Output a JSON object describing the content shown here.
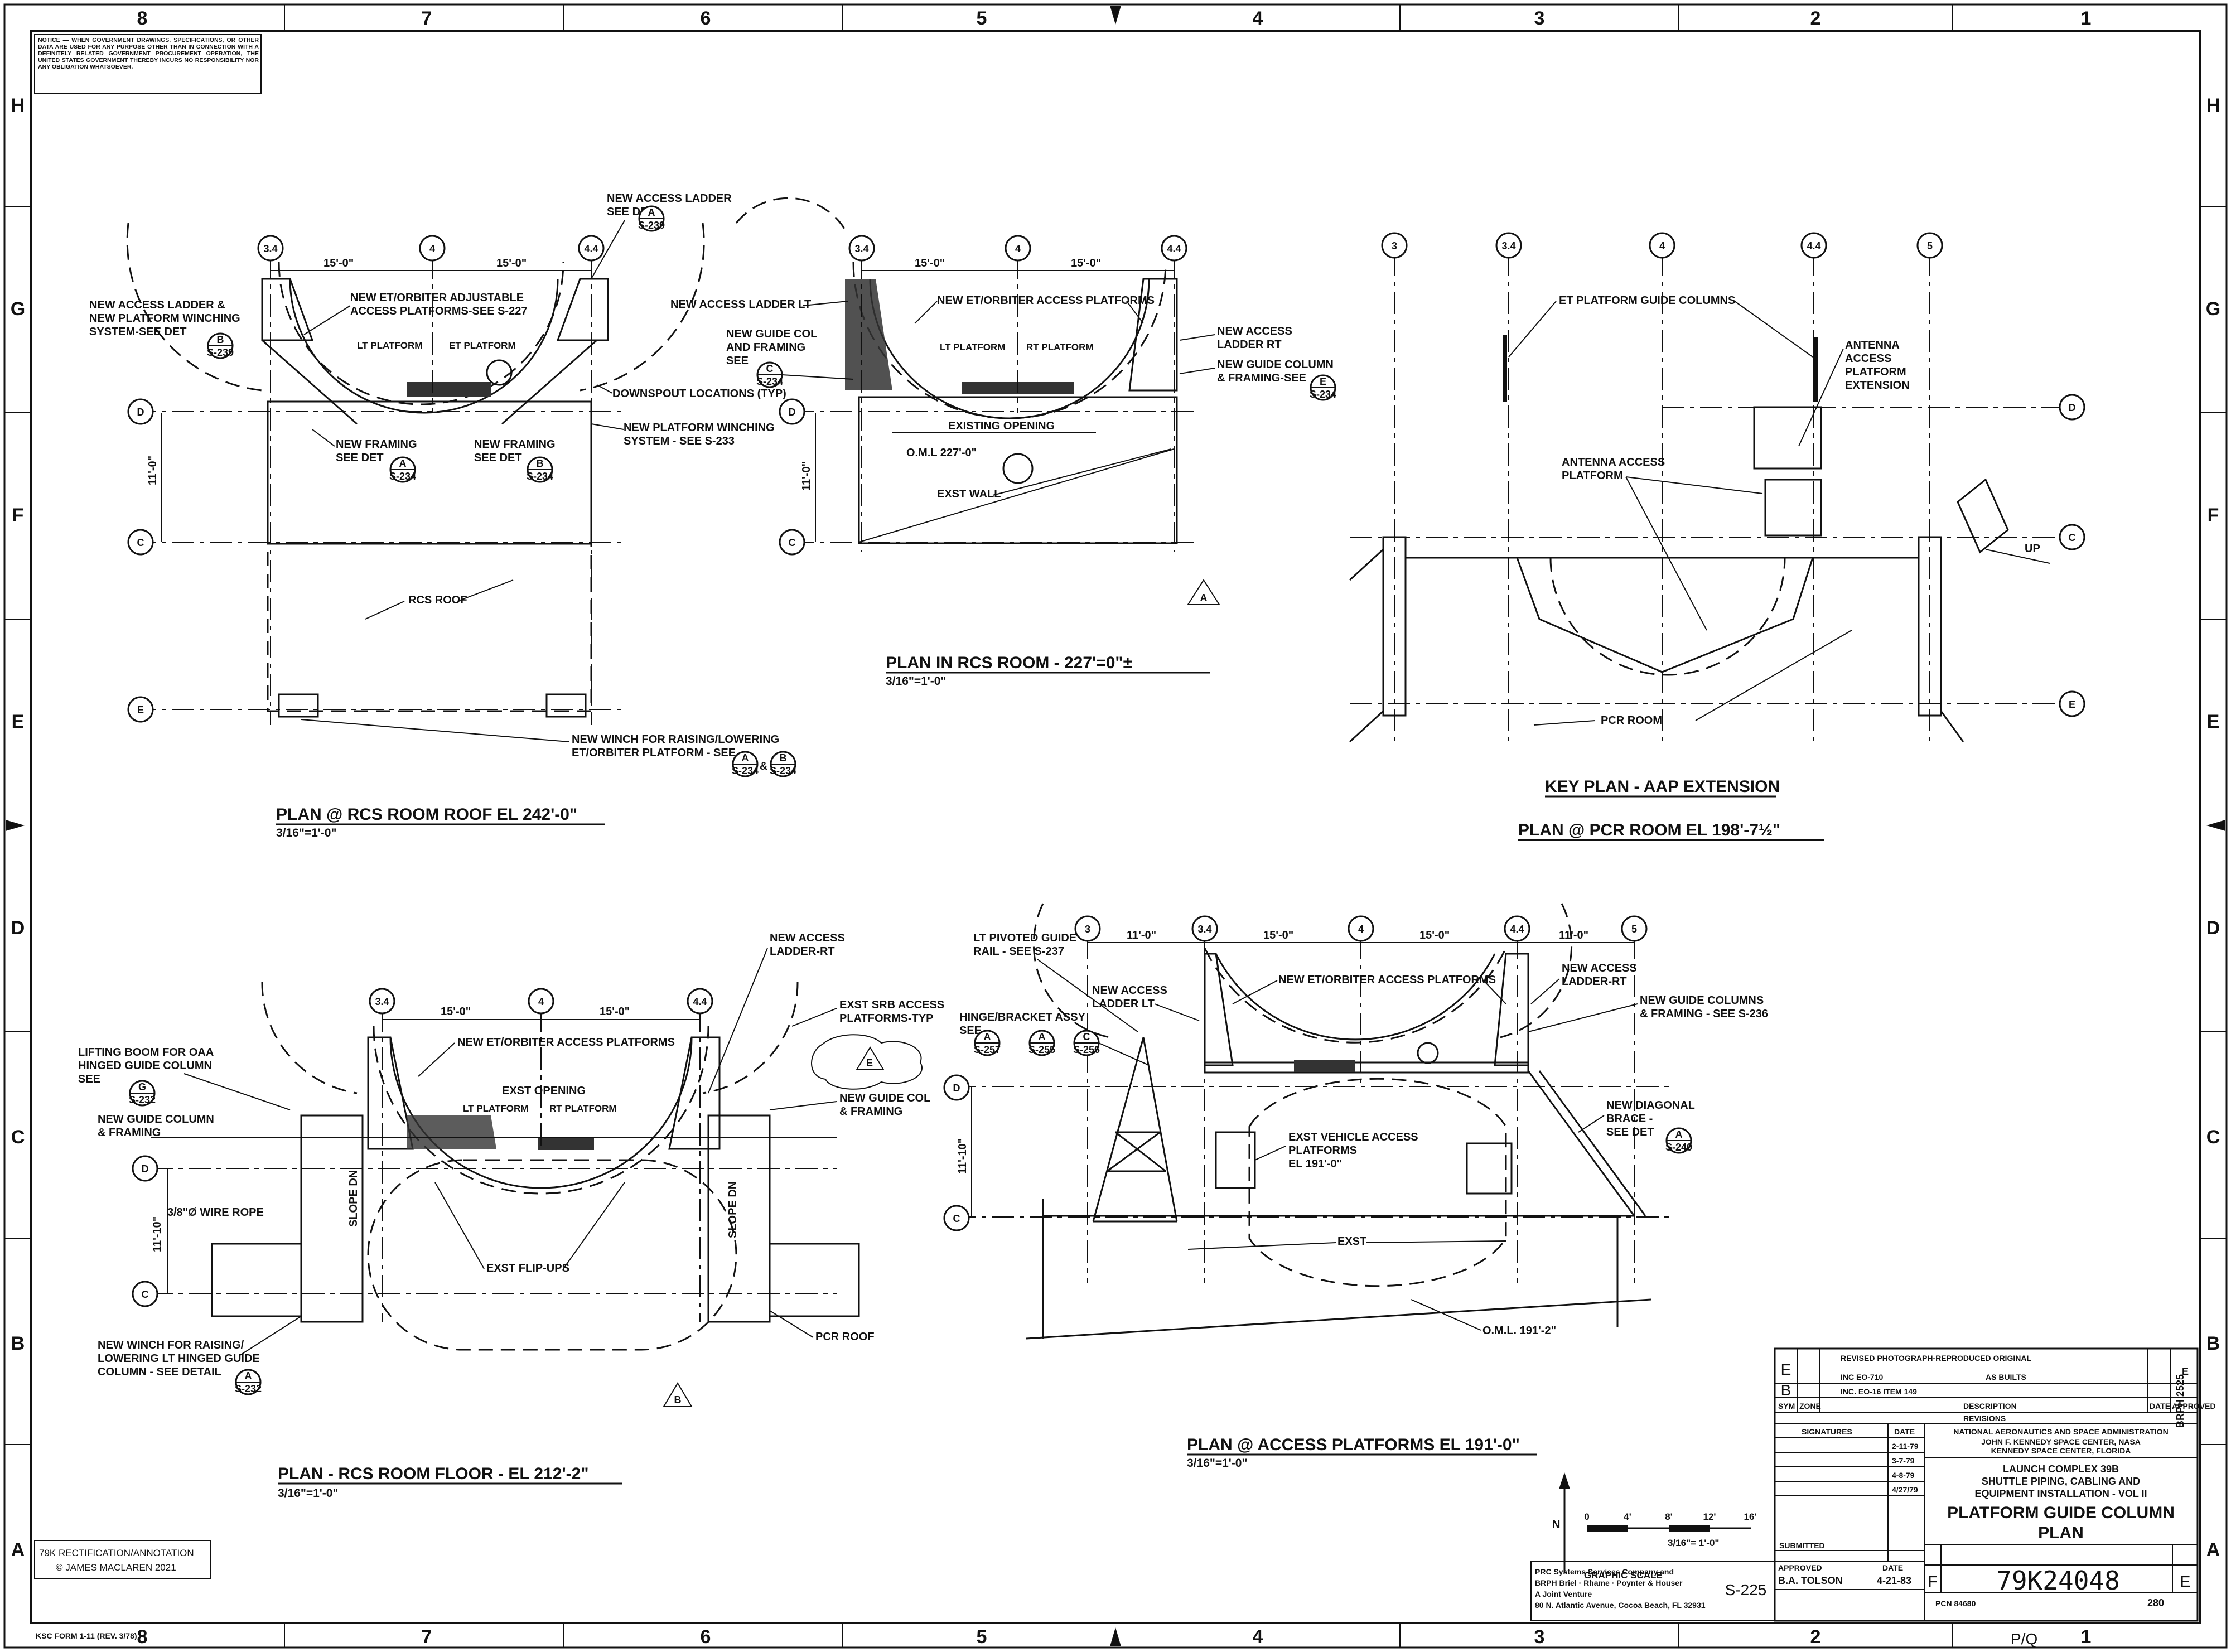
{
  "zones": {
    "top_numbers": [
      "8",
      "7",
      "6",
      "5",
      "4",
      "3",
      "2",
      "1"
    ],
    "side_letters": [
      "H",
      "G",
      "F",
      "E",
      "D",
      "C",
      "B",
      "A"
    ]
  },
  "views": {
    "roof": {
      "title": "PLAN @ RCS ROOM ROOF EL 242'-0\"",
      "scale": "3/16\"=1'-0\"",
      "labels": {
        "ladder_top": "NEW ACCESS LADDER",
        "see_det": "SEE DET",
        "ladder_winch_1": "NEW ACCESS LADDER &",
        "ladder_winch_2": "NEW PLATFORM WINCHING",
        "ladder_winch_3": "SYSTEM-SEE DET",
        "adj_1": "NEW ET/ORBITER ADJUSTABLE",
        "adj_2": "ACCESS PLATFORMS-SEE S-227",
        "lt_platform": "LT PLATFORM",
        "et_platform": "ET PLATFORM",
        "downspout": "DOWNSPOUT LOCATIONS (TYP)",
        "winching": "NEW PLATFORM WINCHING",
        "winching2": "SYSTEM - SEE S-233",
        "framing_l": "NEW FRAMING",
        "framing_r": "NEW FRAMING",
        "rcs_roof": "RCS ROOF",
        "winch_1": "NEW WINCH FOR RAISING/LOWERING",
        "winch_2": "ET/ORBITER PLATFORM - SEE"
      },
      "dims": {
        "d1": "15'-0\"",
        "d2": "15'-0\"",
        "d3": "11'-0\""
      },
      "bubbles": {
        "c34": "3.4",
        "c4": "4",
        "c44": "4.4",
        "rowD": "D",
        "rowC": "C",
        "rowE": "E"
      },
      "refs": {
        "r1_letter": "A",
        "r1_sheet": "S-239",
        "r2_letter": "B",
        "r2_sheet": "S-239",
        "r3_letter": "A",
        "r3_sheet": "S-234",
        "r4_letter": "B",
        "r4_sheet": "S-234",
        "r5_letter": "A",
        "r5_sheet": "S-234",
        "r6_letter": "B",
        "r6_sheet": "S-234"
      }
    },
    "rcs_room": {
      "title": "PLAN IN RCS ROOM - 227'=0\"±",
      "scale": "3/16\"=1'-0\"",
      "labels": {
        "ladder_lt": "NEW ACCESS LADDER LT",
        "et_orbiter": "NEW ET/ORBITER ACCESS PLATFORMS",
        "guide_1": "NEW GUIDE COL",
        "guide_2": "AND FRAMING",
        "guide_3": "SEE",
        "lt_platform": "LT PLATFORM",
        "rt_platform": "RT PLATFORM",
        "ladder_rt_1": "NEW ACCESS",
        "ladder_rt_2": "LADDER RT",
        "gcol_1": "NEW GUIDE COLUMN",
        "gcol_2": "& FRAMING-SEE",
        "existing": "EXISTING OPENING",
        "oml": "O.M.L 227'-0\"",
        "exst_wall": "EXST WALL"
      },
      "dims": {
        "d1": "15'-0\"",
        "d2": "15'-0\"",
        "d3": "11'-0\""
      },
      "bubbles": {
        "c34": "3.4",
        "c4": "4",
        "c44": "4.4",
        "rowD": "D",
        "rowC": "C"
      },
      "refs": {
        "r1_letter": "C",
        "r1_sheet": "S-234",
        "r2_letter": "E",
        "r2_sheet": "S-234"
      },
      "rev_tri": "A"
    },
    "key_plan": {
      "title1": "KEY PLAN - AAP EXTENSION",
      "title2": "PLAN @ PCR ROOM  EL 198'-7½\"",
      "labels": {
        "et_guide": "ET PLATFORM GUIDE COLUMNS",
        "ant_1": "ANTENNA",
        "ant_2": "ACCESS",
        "ant_3": "PLATFORM",
        "ant_4": "EXTENSION",
        "aap_1": "ANTENNA  ACCESS",
        "aap_2": "PLATFORM",
        "pcr": "PCR ROOM",
        "up": "UP"
      },
      "bubbles": {
        "c3": "3",
        "c34": "3.4",
        "c4": "4",
        "c44": "4.4",
        "c5": "5",
        "rowD": "D",
        "rowC": "C",
        "rowE": "E"
      }
    },
    "rcs_floor": {
      "title": "PLAN - RCS ROOM FLOOR - EL 212'-2\"",
      "scale": "3/16\"=1'-0\"",
      "labels": {
        "ladder_rt_1": "NEW ACCESS",
        "ladder_rt_2": "LADDER-RT",
        "srb_1": "EXST SRB ACCESS",
        "srb_2": "PLATFORMS-TYP",
        "lift_1": "LIFTING BOOM FOR OAA",
        "lift_2": "HINGED GUIDE COLUMN",
        "lift_3": "SEE",
        "et_orbiter": "NEW ET/ORBITER ACCESS PLATFORMS",
        "exst_opening": "EXST OPENING",
        "lt_platform": "LT PLATFORM",
        "rt_platform": "RT PLATFORM",
        "gcol_1": "NEW GUIDE COL",
        "gcol_2": "& FRAMING",
        "ngc_1": "NEW GUIDE COLUMN",
        "ngc_2": "& FRAMING",
        "rope": "3/8\"Ø WIRE ROPE",
        "slope_l": "SLOPE DN",
        "slope_r": "SLOPE DN",
        "flipups": "EXST FLIP-UPS",
        "pcr_roof": "PCR ROOF",
        "winch_1": "NEW WINCH FOR RAISING/",
        "winch_2": "LOWERING LT HINGED GUIDE",
        "winch_3": "COLUMN - SEE DETAIL"
      },
      "dims": {
        "d1": "15'-0\"",
        "d2": "15'-0\"",
        "d3": "11'-10\""
      },
      "bubbles": {
        "c34": "3.4",
        "c4": "4",
        "c44": "4.4",
        "rowD": "D",
        "rowC": "C"
      },
      "refs": {
        "r1_letter": "G",
        "r1_sheet": "S-232",
        "r2_letter": "A",
        "r2_sheet": "S-232"
      },
      "rev_tri": "B",
      "cloud_tri": "E"
    },
    "access": {
      "title": "PLAN @ ACCESS PLATFORMS  EL 191'-0\"",
      "scale": "3/16\"=1'-0\"",
      "labels": {
        "pivot_1": "LT PIVOTED GUIDE",
        "pivot_2": "RAIL - SEE S-237",
        "ladder_lt_1": "NEW ACCESS",
        "ladder_lt_2": "LADDER LT",
        "hinge_1": "HINGE/BRACKET ASSY",
        "hinge_2": "SEE",
        "et_orbiter": "NEW ET/ORBITER ACCESS PLATFORMS",
        "ladder_rt_1": "NEW ACCESS",
        "ladder_rt_2": "LADDER-RT",
        "gcols_1": "NEW GUIDE COLUMNS",
        "gcols_2": "& FRAMING - SEE S-236",
        "diag_1": "NEW DIAGONAL",
        "diag_2": "BRACE -",
        "diag_3": "SEE DET",
        "exst_veh_1": "EXST VEHICLE ACCESS",
        "exst_veh_2": "PLATFORMS",
        "exst_veh_3": "EL 191'-0\"",
        "exst": "EXST",
        "oml": "O.M.L. 191'-2\""
      },
      "dims": {
        "d1": "11'-0\"",
        "d2": "15'-0\"",
        "d3": "15'-0\"",
        "d4": "11'-0\"",
        "d5": "11'-10\""
      },
      "bubbles": {
        "c3": "3",
        "c34": "3.4",
        "c4": "4",
        "c44": "4.4",
        "c5": "5",
        "rowD": "D",
        "rowC": "C"
      },
      "refs": {
        "r1_letter": "A",
        "r1_sheet": "S-257",
        "r2_letter": "A",
        "r2_sheet": "S-255",
        "r3_letter": "C",
        "r3_sheet": "S-256",
        "r4_letter": "A",
        "r4_sheet": "S-240"
      }
    }
  },
  "graphic_scale": {
    "north": "N",
    "ticks": [
      "0",
      "4'",
      "8'",
      "12'",
      "16'"
    ],
    "ratio": "3/16\"= 1'-0\"",
    "label": "GRAPHIC  SCALE"
  },
  "title_block": {
    "revisions": [
      {
        "sym": "E",
        "desc_1": "REVISED PHOTOGRAPH-REPRODUCED ORIGINAL",
        "desc_2": "INC EO-710",
        "desc_3": "AS BUILTS"
      },
      {
        "sym": "B",
        "desc_1": "INC. EO-16  ITEM 149"
      }
    ],
    "rev_headers": {
      "sym": "SYM",
      "zone": "ZONE",
      "desc": "DESCRIPTION",
      "date": "DATE",
      "approved": "APPROVED",
      "band": "REVISIONS"
    },
    "signatures": "SIGNATURES",
    "date_hdr": "DATE",
    "sig_dates": [
      "2-11-79",
      "3-7-79",
      "4-8-79",
      "4/27/79"
    ],
    "submitted": "SUBMITTED",
    "agency_1": "NATIONAL AERONAUTICS AND SPACE ADMINISTRATION",
    "agency_2": "JOHN F. KENNEDY SPACE CENTER, NASA",
    "agency_3": "KENNEDY SPACE CENTER, FLORIDA",
    "project_1": "LAUNCH COMPLEX 39B",
    "project_2": "SHUTTLE PIPING, CABLING AND",
    "project_3": "EQUIPMENT INSTALLATION - VOL II",
    "title_1": "PLATFORM  GUIDE COLUMN",
    "title_2": "PLAN",
    "sheet_ref": "S-225",
    "approved_lbl": "APPROVED",
    "approved_by": "B.A. TOLSON",
    "date_lbl": "DATE",
    "approved_date": "4-21-83",
    "size": "F",
    "dwg_no": "79K24048",
    "rev": "E",
    "pcn": "PCN 84680",
    "sheet": "280",
    "company_1": "PRC Systems Services Company and",
    "company_2": "BRPH Briel · Rhame · Poynter & Houser",
    "company_3": "A Joint Venture",
    "company_4": "80 N. Atlantic Avenue, Cocoa Beach, FL 32931",
    "side_code": "BRPH 2525",
    "hand_pq": "P/Q"
  },
  "corner_note": "NOTICE — WHEN GOVERNMENT DRAWINGS, SPECIFICATIONS, OR OTHER DATA ARE USED FOR ANY PURPOSE OTHER THAN IN CONNECTION WITH A DEFINITELY RELATED GOVERNMENT PROCUREMENT OPERATION, THE UNITED STATES GOVERNMENT THEREBY INCURS NO RESPONSIBILITY NOR ANY OBLIGATION WHATSOEVER.",
  "credit_1": "79K RECTIFICATION/ANNOTATION",
  "credit_2": "© JAMES MACLAREN 2021",
  "form_no": "KSC FORM 1-11 (REV. 3/78)"
}
